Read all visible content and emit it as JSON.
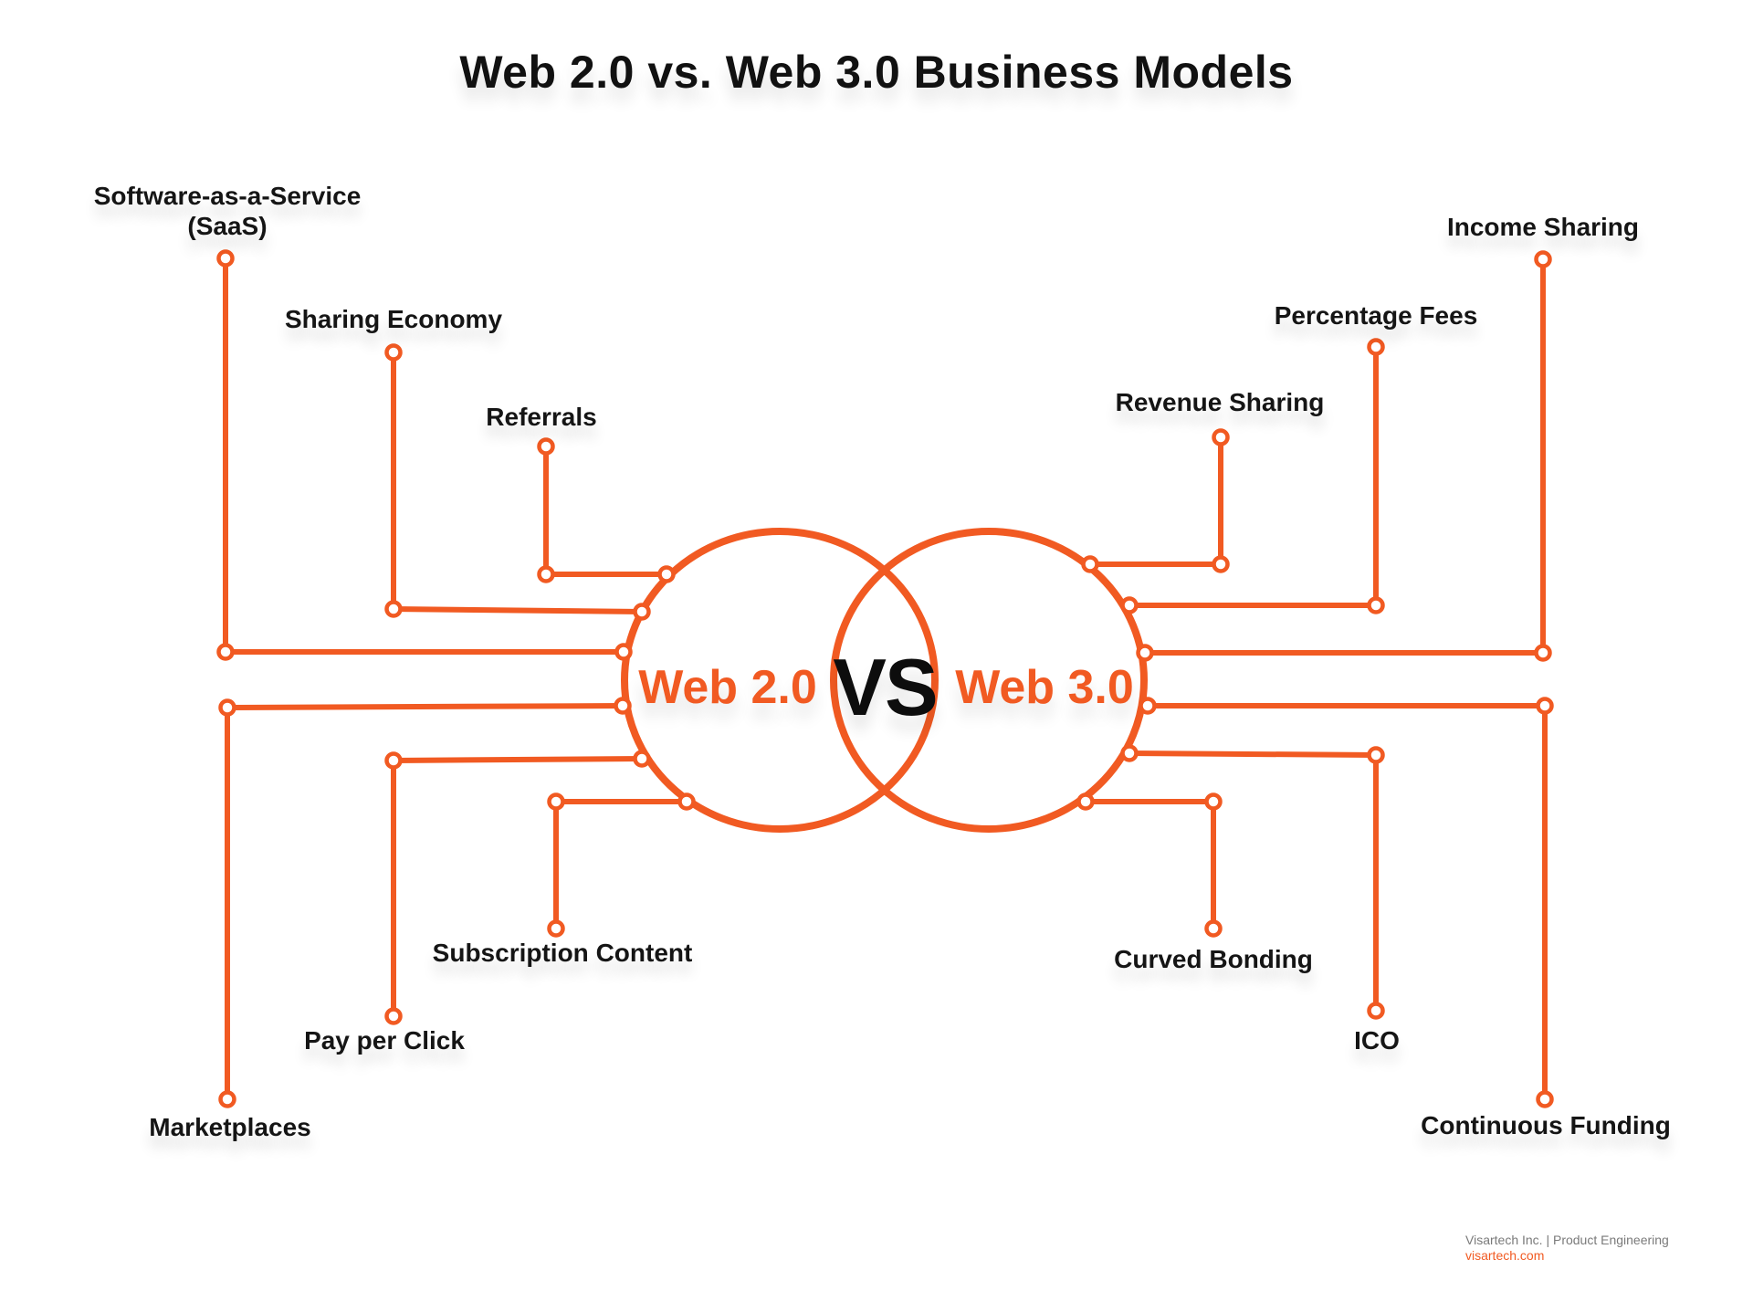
{
  "title": "Web 2.0 vs. Web 3.0 Business Models",
  "colors": {
    "accent": "#f15a22",
    "text": "#151515",
    "footer_gray": "#7a7a7a"
  },
  "center": {
    "left": "Web 2.0",
    "vs": "VS",
    "right": "Web 3.0"
  },
  "web2_models": [
    {
      "label": "Software-as-a-Service (SaaS)",
      "line1": "Software-as-a-Service",
      "line2": "(SaaS)"
    },
    {
      "label": "Sharing Economy"
    },
    {
      "label": "Referrals"
    },
    {
      "label": "Marketplaces"
    },
    {
      "label": "Pay per Click"
    },
    {
      "label": "Subscription Content"
    }
  ],
  "web3_models": [
    {
      "label": "Income Sharing"
    },
    {
      "label": "Percentage Fees"
    },
    {
      "label": "Revenue Sharing"
    },
    {
      "label": "Continuous Funding"
    },
    {
      "label": "ICO"
    },
    {
      "label": "Curved Bonding"
    }
  ],
  "footer": {
    "company": "Visartech Inc. | Product Engineering",
    "site": "visartech.com"
  }
}
